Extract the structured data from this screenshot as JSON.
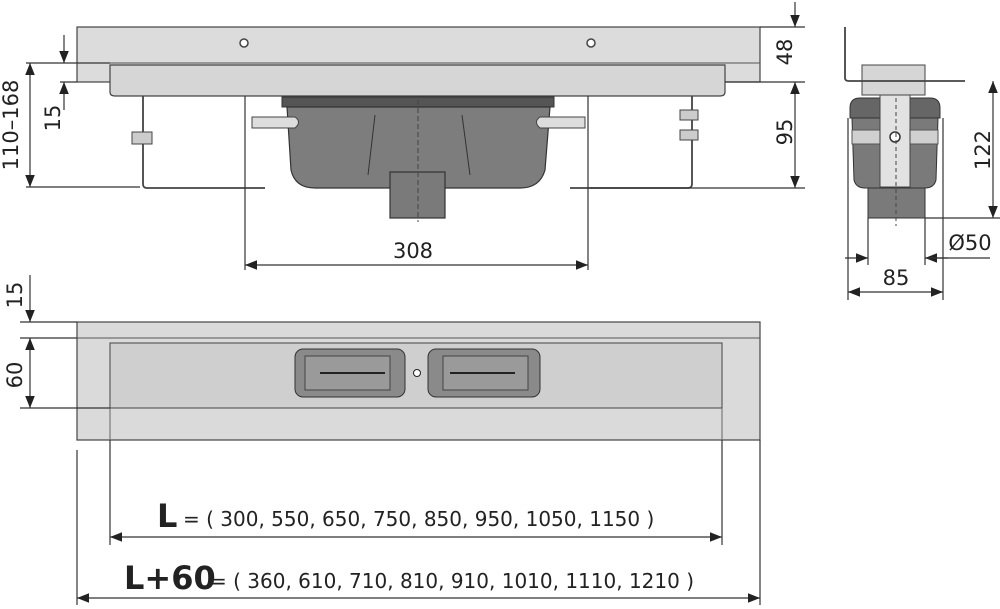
{
  "front_view": {
    "dim_top_plate": "48",
    "dim_body_height": "95",
    "dim_flange": "15",
    "dim_height_range": "110–168",
    "dim_bracket_width": "308"
  },
  "side_view": {
    "dim_total_height": "122",
    "dim_outlet_diameter": "Ø50",
    "dim_width": "85"
  },
  "top_view": {
    "dim_rim": "15",
    "dim_channel_width": "60",
    "length_symbol": "L",
    "length_values": "= ( 300, 550, 650, 750, 850, 950, 1050, 1150 )",
    "total_length_symbol": "L+60",
    "total_length_values": "= ( 360, 610, 710, 810, 910, 1010, 1110, 1210 )"
  },
  "colors": {
    "steel_light": "#d9d9d9",
    "body_dark": "#7a7a7a",
    "line": "#333333"
  }
}
